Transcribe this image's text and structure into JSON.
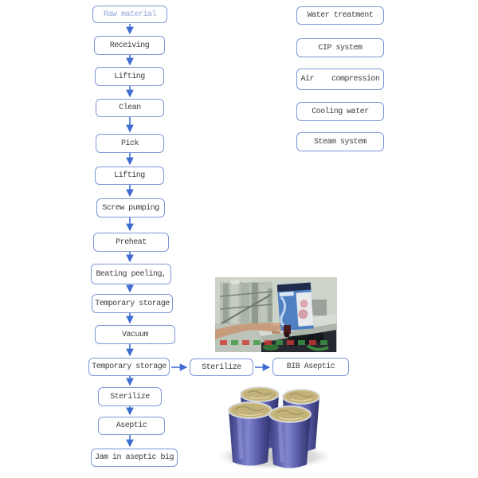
{
  "flow": {
    "nodes": [
      {
        "label": "Raw material"
      },
      {
        "label": "Receiving"
      },
      {
        "label": "Lifting"
      },
      {
        "label": "Clean"
      },
      {
        "label": "Pick"
      },
      {
        "label": "Lifting"
      },
      {
        "label": "Screw pumping"
      },
      {
        "label": "Preheat"
      },
      {
        "label": "Beating peeling,"
      },
      {
        "label": "Temporary storage"
      },
      {
        "label": "Vacuum"
      },
      {
        "label": "Temporary storage"
      },
      {
        "label": "Sterilize"
      },
      {
        "label": "Aseptic"
      },
      {
        "label": "Jam in aseptic big"
      }
    ],
    "branch": [
      {
        "label": "Sterilize"
      },
      {
        "label": "BIB Aseptic"
      }
    ]
  },
  "utilities": [
    {
      "label": "Water treatment"
    },
    {
      "label": "CIP system"
    },
    {
      "label": "Air    compression"
    },
    {
      "label": "Cooling water"
    },
    {
      "label": "Steam system"
    }
  ],
  "colors": {
    "box_border": "#7e97d5",
    "arrow": "#3f6cd1",
    "box_text": "#3d3d3d",
    "raw_material_text": "#97a9dc",
    "drum_body": "#5a5ea9",
    "drum_lid": "#ccbd86"
  }
}
